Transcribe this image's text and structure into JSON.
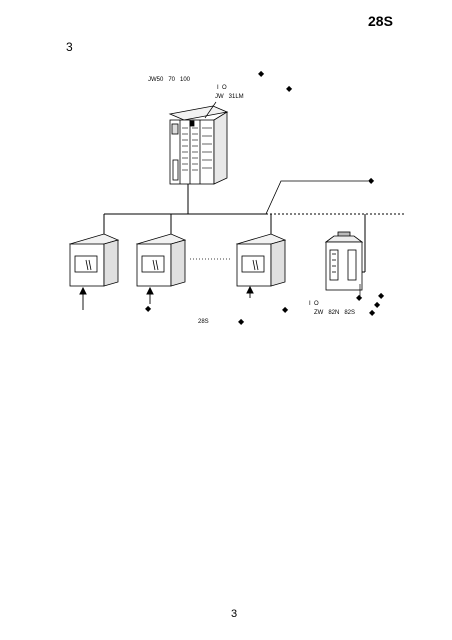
{
  "header": {
    "model": "28S"
  },
  "section": {
    "number": "3"
  },
  "plc": {
    "series": "JW50   70   100",
    "io_label": "I  O",
    "module": "JW   31LM"
  },
  "labels": {
    "series_28s": "28S",
    "io_label_2": "I  O",
    "zw_models": "ZW   82N   82S"
  },
  "glyph_mark": "◆",
  "footer": {
    "page_number": "3"
  }
}
